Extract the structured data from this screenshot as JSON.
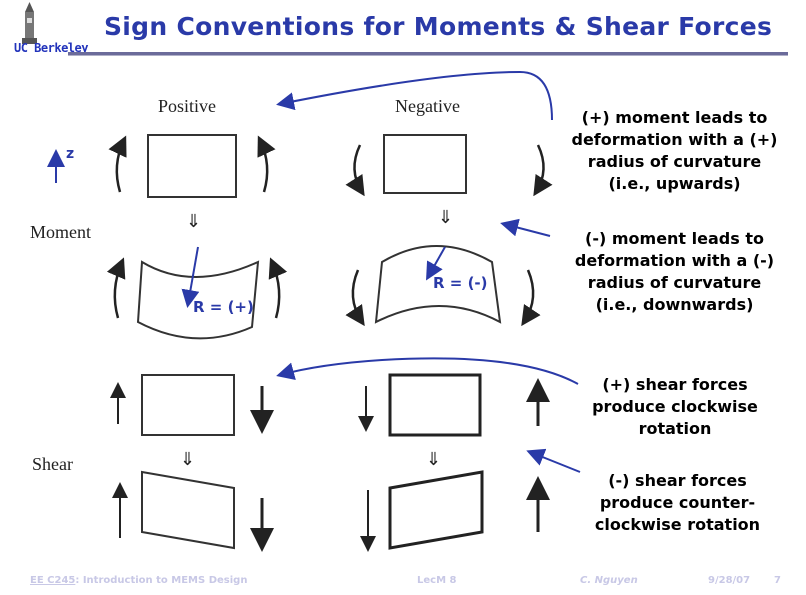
{
  "title": "Sign Conventions for Moments & Shear Forces",
  "logo": {
    "text": "UC Berkeley"
  },
  "diagram": {
    "col_positive": "Positive",
    "col_negative": "Negative",
    "row_moment": "Moment",
    "row_shear": "Shear",
    "axis_label": "z",
    "r_positive": "R = (+)",
    "r_negative": "R = (-)"
  },
  "notes": {
    "pos_moment": [
      "(+) moment leads to",
      "deformation with a (+)",
      "radius of curvature",
      "(i.e., upwards)"
    ],
    "neg_moment": [
      "(-) moment leads to",
      "deformation with a (-)",
      "radius of curvature",
      "(i.e., downwards)"
    ],
    "pos_shear": [
      "(+) shear forces",
      "produce clockwise",
      "rotation"
    ],
    "neg_shear": [
      "(-) shear forces",
      "produce counter-",
      "clockwise rotation"
    ]
  },
  "footer": {
    "course_code": "EE C245",
    "course_title": ": Introduction to MEMS Design",
    "lecture": "LecM 8",
    "author": "C. Nguyen",
    "date": "9/28/07",
    "page": "7"
  },
  "colors": {
    "title": "#2a3aa8",
    "annot": "#2a3aa8",
    "footer": "#c8c8e6"
  }
}
